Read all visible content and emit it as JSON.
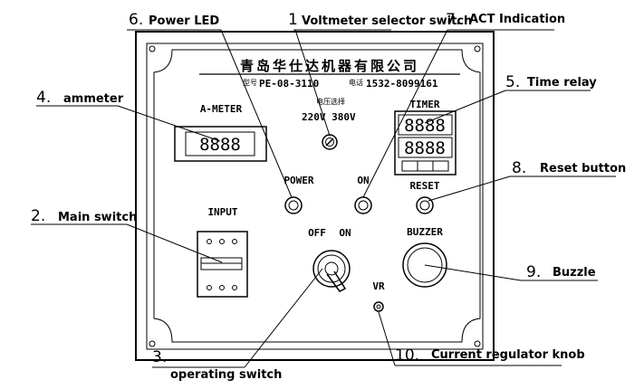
{
  "panel": {
    "company_name": "青岛华仕达机器有限公司",
    "model_label": "型号",
    "model_value": "PE-08-3110",
    "phone_label": "电话",
    "phone_value": "1532-8099161",
    "voltage_selector_cn": "电压选择",
    "voltage_options": "220V  380V",
    "ammeter_label": "A-METER",
    "ammeter_display": "8888",
    "timer_label": "TIMER",
    "timer_display_1": "8888",
    "timer_display_2": "8888",
    "power_label": "POWER",
    "on_label": "ON",
    "reset_label": "RESET",
    "input_label": "INPUT",
    "off_label": "OFF",
    "on_label_switch": "ON",
    "buzzer_label": "BUZZER",
    "vr_label": "VR"
  },
  "callouts": [
    {
      "number": "1",
      "text": "Voltmeter selector switch"
    },
    {
      "number": "2.",
      "text": "Main switch"
    },
    {
      "number": "3.",
      "text": "operating switch"
    },
    {
      "number": "4.",
      "text": "ammeter"
    },
    {
      "number": "5.",
      "text": "Time relay"
    },
    {
      "number": "6.",
      "text": "Power LED"
    },
    {
      "number": "7.",
      "text": "ACT Indication"
    },
    {
      "number": "8.",
      "text": "Reset button"
    },
    {
      "number": "9.",
      "text": "Buzzle"
    },
    {
      "number": "10.",
      "text": "Current regulator knob"
    }
  ]
}
